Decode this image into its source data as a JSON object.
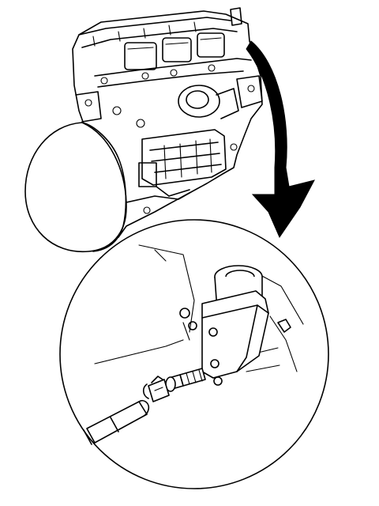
{
  "figure": {
    "background": "#ffffff",
    "line_color": "#000000",
    "parts": [
      "engine-assembly",
      "flywheel-housing",
      "detail-callout-arrow",
      "detail-magnified-view",
      "thermostat-housing",
      "coolant-temperature-sensor",
      "electrical-connector",
      "wiring-harness"
    ]
  }
}
